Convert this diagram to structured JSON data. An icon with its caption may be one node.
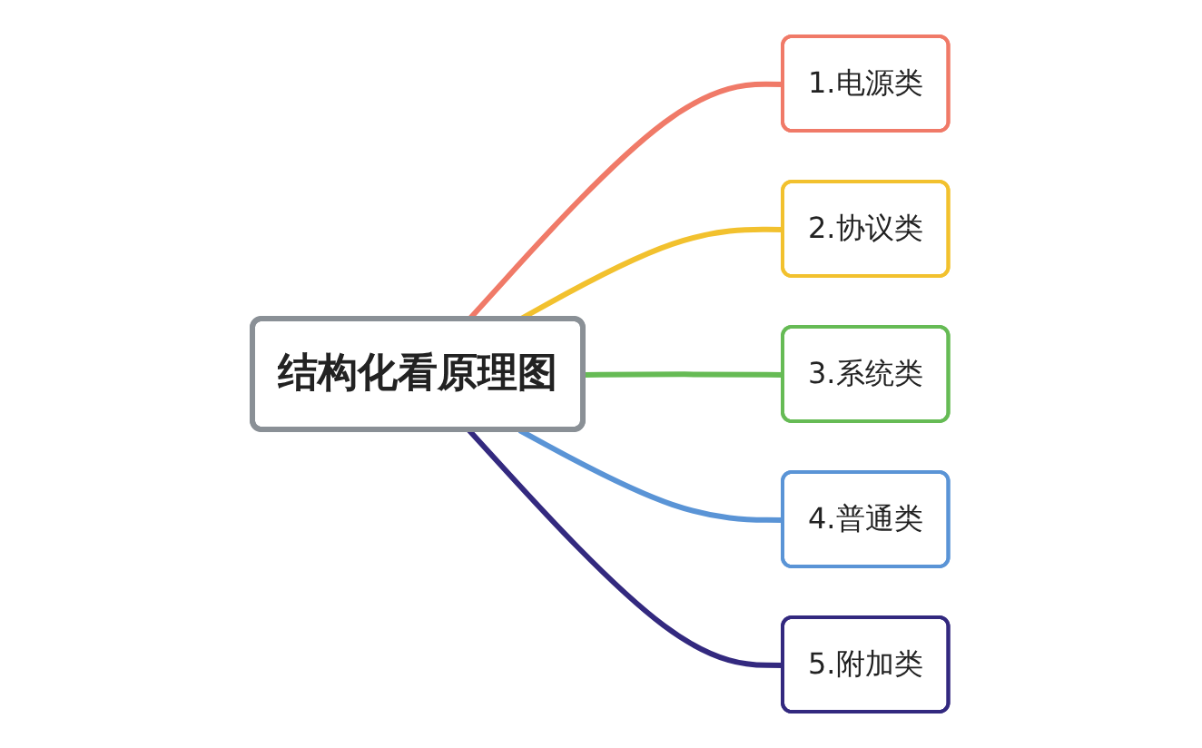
{
  "diagram": {
    "nodes": [
      {
        "text": [
          "结构化看原理图"
        ]
      },
      {
        "text": [
          "1.电源类"
        ]
      },
      {
        "text": [
          "2.协议类"
        ]
      },
      {
        "text": [
          "3.系统类"
        ]
      },
      {
        "text": [
          "4.普通类"
        ]
      },
      {
        "text": [
          "5.附加类"
        ]
      }
    ],
    "edges": [
      {
        "from": 0,
        "to": 1,
        "arrow": "none",
        "color": "#f07a68"
      },
      {
        "from": 0,
        "to": 2,
        "arrow": "none",
        "color": "#f2c12e"
      },
      {
        "from": 0,
        "to": 3,
        "arrow": "none",
        "color": "#66bb55"
      },
      {
        "from": 0,
        "to": 4,
        "arrow": "none",
        "color": "#5a94d6"
      },
      {
        "from": 0,
        "to": 5,
        "arrow": "none",
        "color": "#33297f"
      }
    ]
  }
}
